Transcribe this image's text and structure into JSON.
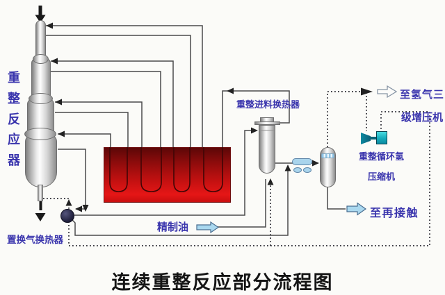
{
  "title": "连续重整反应部分流程图",
  "labels": {
    "reactor_chars": [
      "重",
      "整",
      "反",
      "应",
      "器"
    ],
    "feed_exchanger": "重整进料换热器",
    "replace_gas_exchanger": "置换气换热器",
    "refined_oil": "精制油",
    "to_hydrogen_line1": "至氢气三",
    "to_hydrogen_line2": "级增压机",
    "recycle_compressor_line1": "重整循环氢",
    "recycle_compressor_line2": "压缩机",
    "to_recontact": "至再接触"
  },
  "colors": {
    "label_text": "#3a35ad",
    "pipe_line": "#4a4a4a",
    "dotted_line": "#26262e",
    "furnace_red": "#c51111",
    "furnace_tube": "#400606",
    "cooler_blue": "#a9d4ec",
    "block_arrow_blue": "#aad8ef",
    "compressor_teal": "#16acbc",
    "exchanger_circle_dark": "#22223f",
    "vessel_gray": "#d6d6d6",
    "title_text": "#151515"
  },
  "icons": {
    "feed_arrow": "thick-black-down-arrow",
    "stream_arrow": "small-black-triangle",
    "product_arrow": "blue-block-arrow-right",
    "offgas_arrow": "hollow-block-arrow-right"
  }
}
